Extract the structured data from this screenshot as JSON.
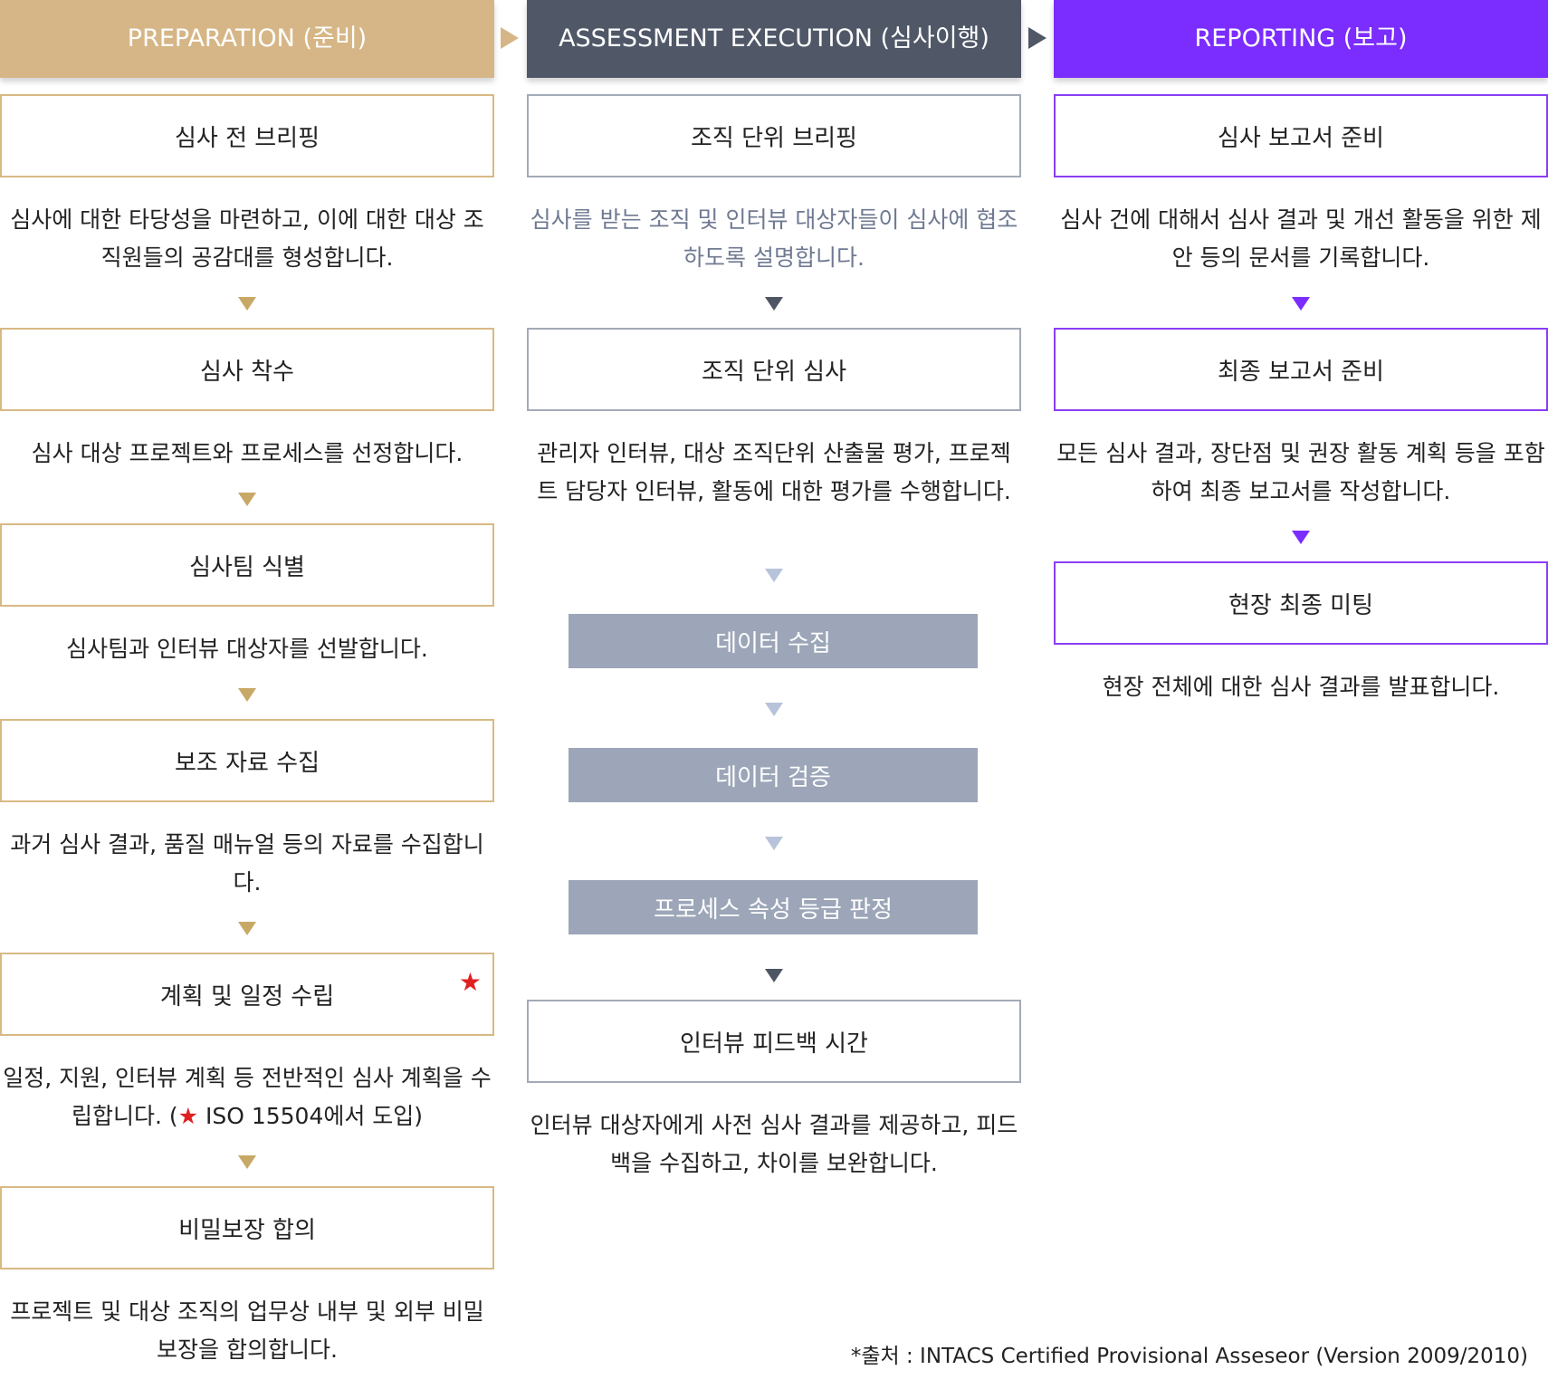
{
  "columns": [
    {
      "header": "PREPARATION (준비)",
      "steps": [
        {
          "title": "심사 전 브리핑",
          "desc": "심사에 대한 타당성을 마련하고, 이에 대한 대상 조직원들의 공감대를 형성합니다."
        },
        {
          "title": "심사 착수",
          "desc": "심사 대상 프로젝트와 프로세스를 선정합니다."
        },
        {
          "title": "심사팀 식별",
          "desc": "심사팀과 인터뷰 대상자를 선발합니다."
        },
        {
          "title": "보조 자료 수집",
          "desc": "과거 심사 결과, 품질 매뉴얼 등의 자료를 수집합니다."
        },
        {
          "title": "계획 및 일정 수립",
          "star": "★",
          "desc": "일정, 지원, 인터뷰 계획 등 전반적인 심사 계획을 수립합니다. (",
          "desc_star": "★",
          "desc_tail": " ISO 15504에서 도입)"
        },
        {
          "title": "비밀보장 합의",
          "desc": "프로젝트 및 대상 조직의 업무상 내부 및 외부 비밀 보장을 합의합니다."
        }
      ]
    },
    {
      "header": "ASSESSMENT EXECUTION (심사이행)",
      "steps": [
        {
          "title": "조직 단위 브리핑",
          "desc": "심사를 받는 조직 및 인터뷰 대상자들이 심사에 협조하도록 설명합니다."
        },
        {
          "title": "조직 단위 심사",
          "desc": "관리자 인터뷰, 대상 조직단위 산출물 평가, 프로젝트 담당자 인터뷰, 활동에 대한 평가를 수행합니다."
        },
        {
          "title": "인터뷰 피드백 시간",
          "desc": "인터뷰 대상자에게 사전 심사 결과를 제공하고, 피드백을 수집하고, 차이를 보완합니다."
        }
      ],
      "sub_steps": [
        "데이터 수집",
        "데이터 검증",
        "프로세스 속성 등급 판정"
      ]
    },
    {
      "header": "REPORTING (보고)",
      "steps": [
        {
          "title": "심사 보고서 준비",
          "desc": "심사 건에 대해서 심사 결과 및 개선 활동을 위한 제안 등의 문서를 기록합니다."
        },
        {
          "title": "최종 보고서 준비",
          "desc": "모든 심사 결과, 장단점 및 권장 활동 계획 등을 포함하여 최종 보고서를 작성합니다."
        },
        {
          "title": "현장 최종 미팅",
          "desc": "현장 전체에 대한 심사 결과를 발표합니다."
        }
      ]
    }
  ],
  "source": "*출처 : INTACS Certified Provisional Asseseor (Version 2009/2010)"
}
